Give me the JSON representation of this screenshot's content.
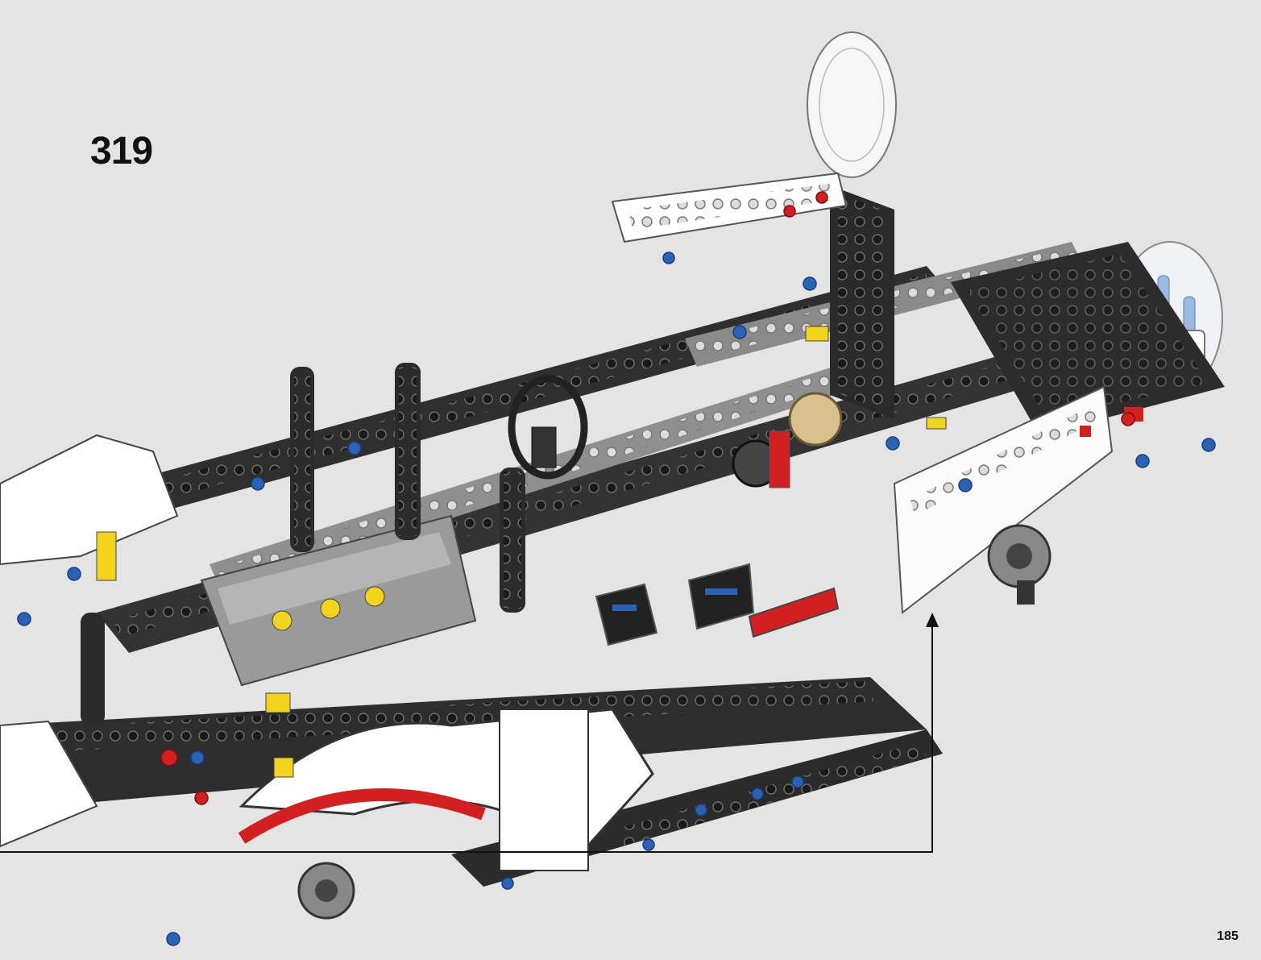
{
  "step": {
    "number": "319"
  },
  "page": {
    "number": "185"
  },
  "colors": {
    "background": "#e4e4e4",
    "beam_dark": "#2b2b2b",
    "beam_grey": "#8f8f8f",
    "panel_white": "#ffffff",
    "accent_red": "#d31f1f",
    "accent_yellow": "#f2d41c",
    "pin_blue": "#2a62b8",
    "pin_tan": "#d8c18c"
  },
  "illustration": {
    "subject": "lego-technic-chassis-assembly",
    "callout": "placement-arrow"
  }
}
